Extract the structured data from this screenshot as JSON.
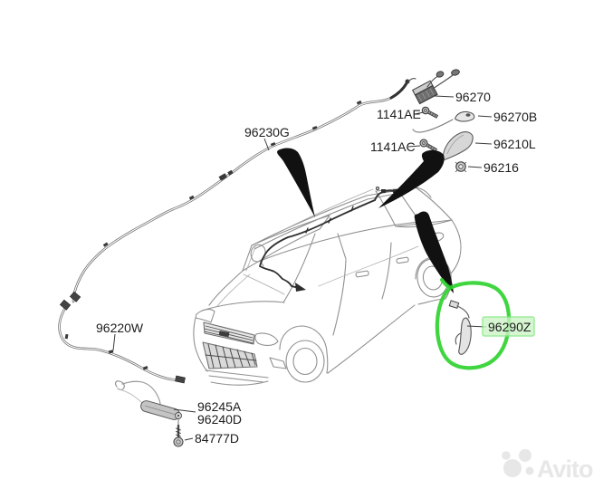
{
  "diagram": {
    "highlight_color": "#2fd32f",
    "labels": {
      "l96230G": "96230G",
      "l96270": "96270",
      "l1141AE": "1141AE",
      "l96270B": "96270B",
      "l1141AC": "1141AC",
      "l96210L": "96210L",
      "l96216": "96216",
      "l96220W": "96220W",
      "l96245A": "96245A",
      "l96240D": "96240D",
      "l84777D": "84777D",
      "l96290Z": "96290Z"
    }
  },
  "watermark": {
    "brand": "Avito"
  }
}
